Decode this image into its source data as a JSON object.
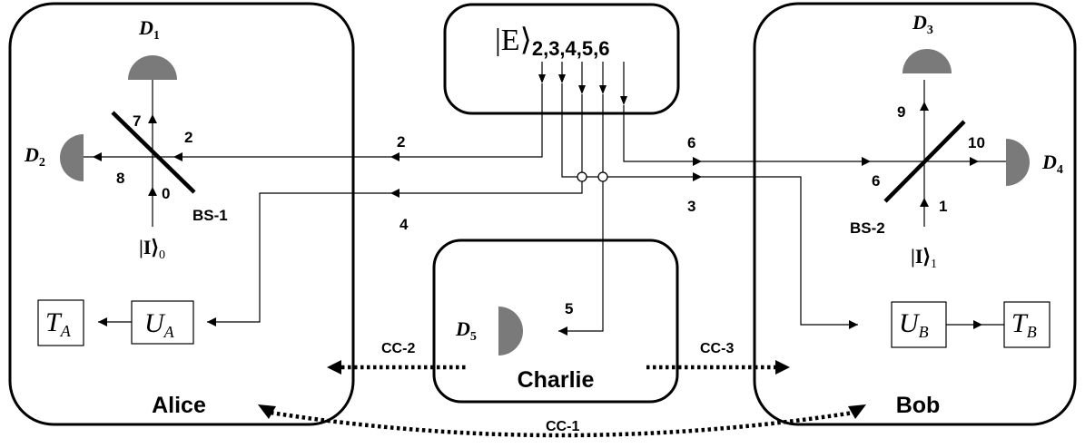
{
  "parties": {
    "alice": "Alice",
    "bob": "Bob",
    "charlie": "Charlie"
  },
  "source_state": {
    "symbol": "|E⟩",
    "subscript": "2,3,4,5,6"
  },
  "detectors": {
    "d1": {
      "letter": "D",
      "sub": "1"
    },
    "d2": {
      "letter": "D",
      "sub": "2"
    },
    "d3": {
      "letter": "D",
      "sub": "3"
    },
    "d4": {
      "letter": "D",
      "sub": "4"
    },
    "d5": {
      "letter": "D",
      "sub": "5"
    }
  },
  "beam_splitters": {
    "bs1": "BS-1",
    "bs2": "BS-2"
  },
  "inputs": {
    "alice": {
      "symbol": "|I⟩",
      "sub": "0"
    },
    "bob": {
      "symbol": "|I⟩",
      "sub": "1"
    }
  },
  "operators": {
    "ua": {
      "letter": "U",
      "sub": "A"
    },
    "ta": {
      "letter": "T",
      "sub": "A"
    },
    "ub": {
      "letter": "U",
      "sub": "B"
    },
    "tb": {
      "letter": "T",
      "sub": "B"
    }
  },
  "mode_labels": {
    "alice_mode_7": "7",
    "alice_mode_2": "2",
    "alice_mode_8": "8",
    "alice_mode_0": "0",
    "ch_2": "2",
    "ch_4": "4",
    "ch_6": "6",
    "ch_3": "3",
    "bob_mode_9": "9",
    "bob_mode_10": "10",
    "bob_mode_6": "6",
    "bob_mode_1": "1",
    "charlie_mode_5": "5"
  },
  "classical_channels": {
    "cc1": "CC-1",
    "cc2": "CC-2",
    "cc3": "CC-3"
  }
}
